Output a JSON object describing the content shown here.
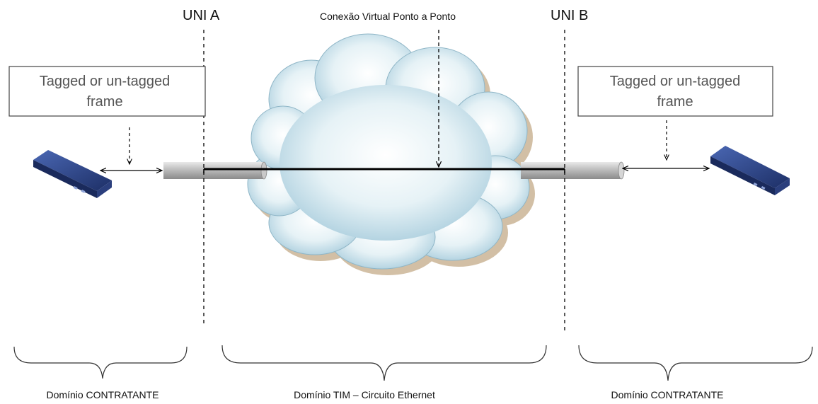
{
  "labels": {
    "uni_a": "UNI A",
    "uni_b": "UNI B",
    "virtual_connection": "Conexão Virtual Ponto a Ponto"
  },
  "frame_boxes": {
    "left": {
      "line1": "Tagged or un-tagged",
      "line2": "frame"
    },
    "right": {
      "line1": "Tagged or un-tagged",
      "line2": "frame"
    }
  },
  "domains": {
    "left": "Domínio CONTRATANTE",
    "center": "Domínio TIM – Circuito Ethernet",
    "right": "Domínio CONTRATANTE"
  },
  "colors": {
    "cloud_fill": "#cfe6ee",
    "cloud_shadow": "#cbb596",
    "device_blue": "#243a78",
    "pipe_gray": "#b9b9b9",
    "line": "#000000"
  },
  "icons": {
    "device": "network-switch-icon",
    "cloud": "cloud-icon"
  }
}
